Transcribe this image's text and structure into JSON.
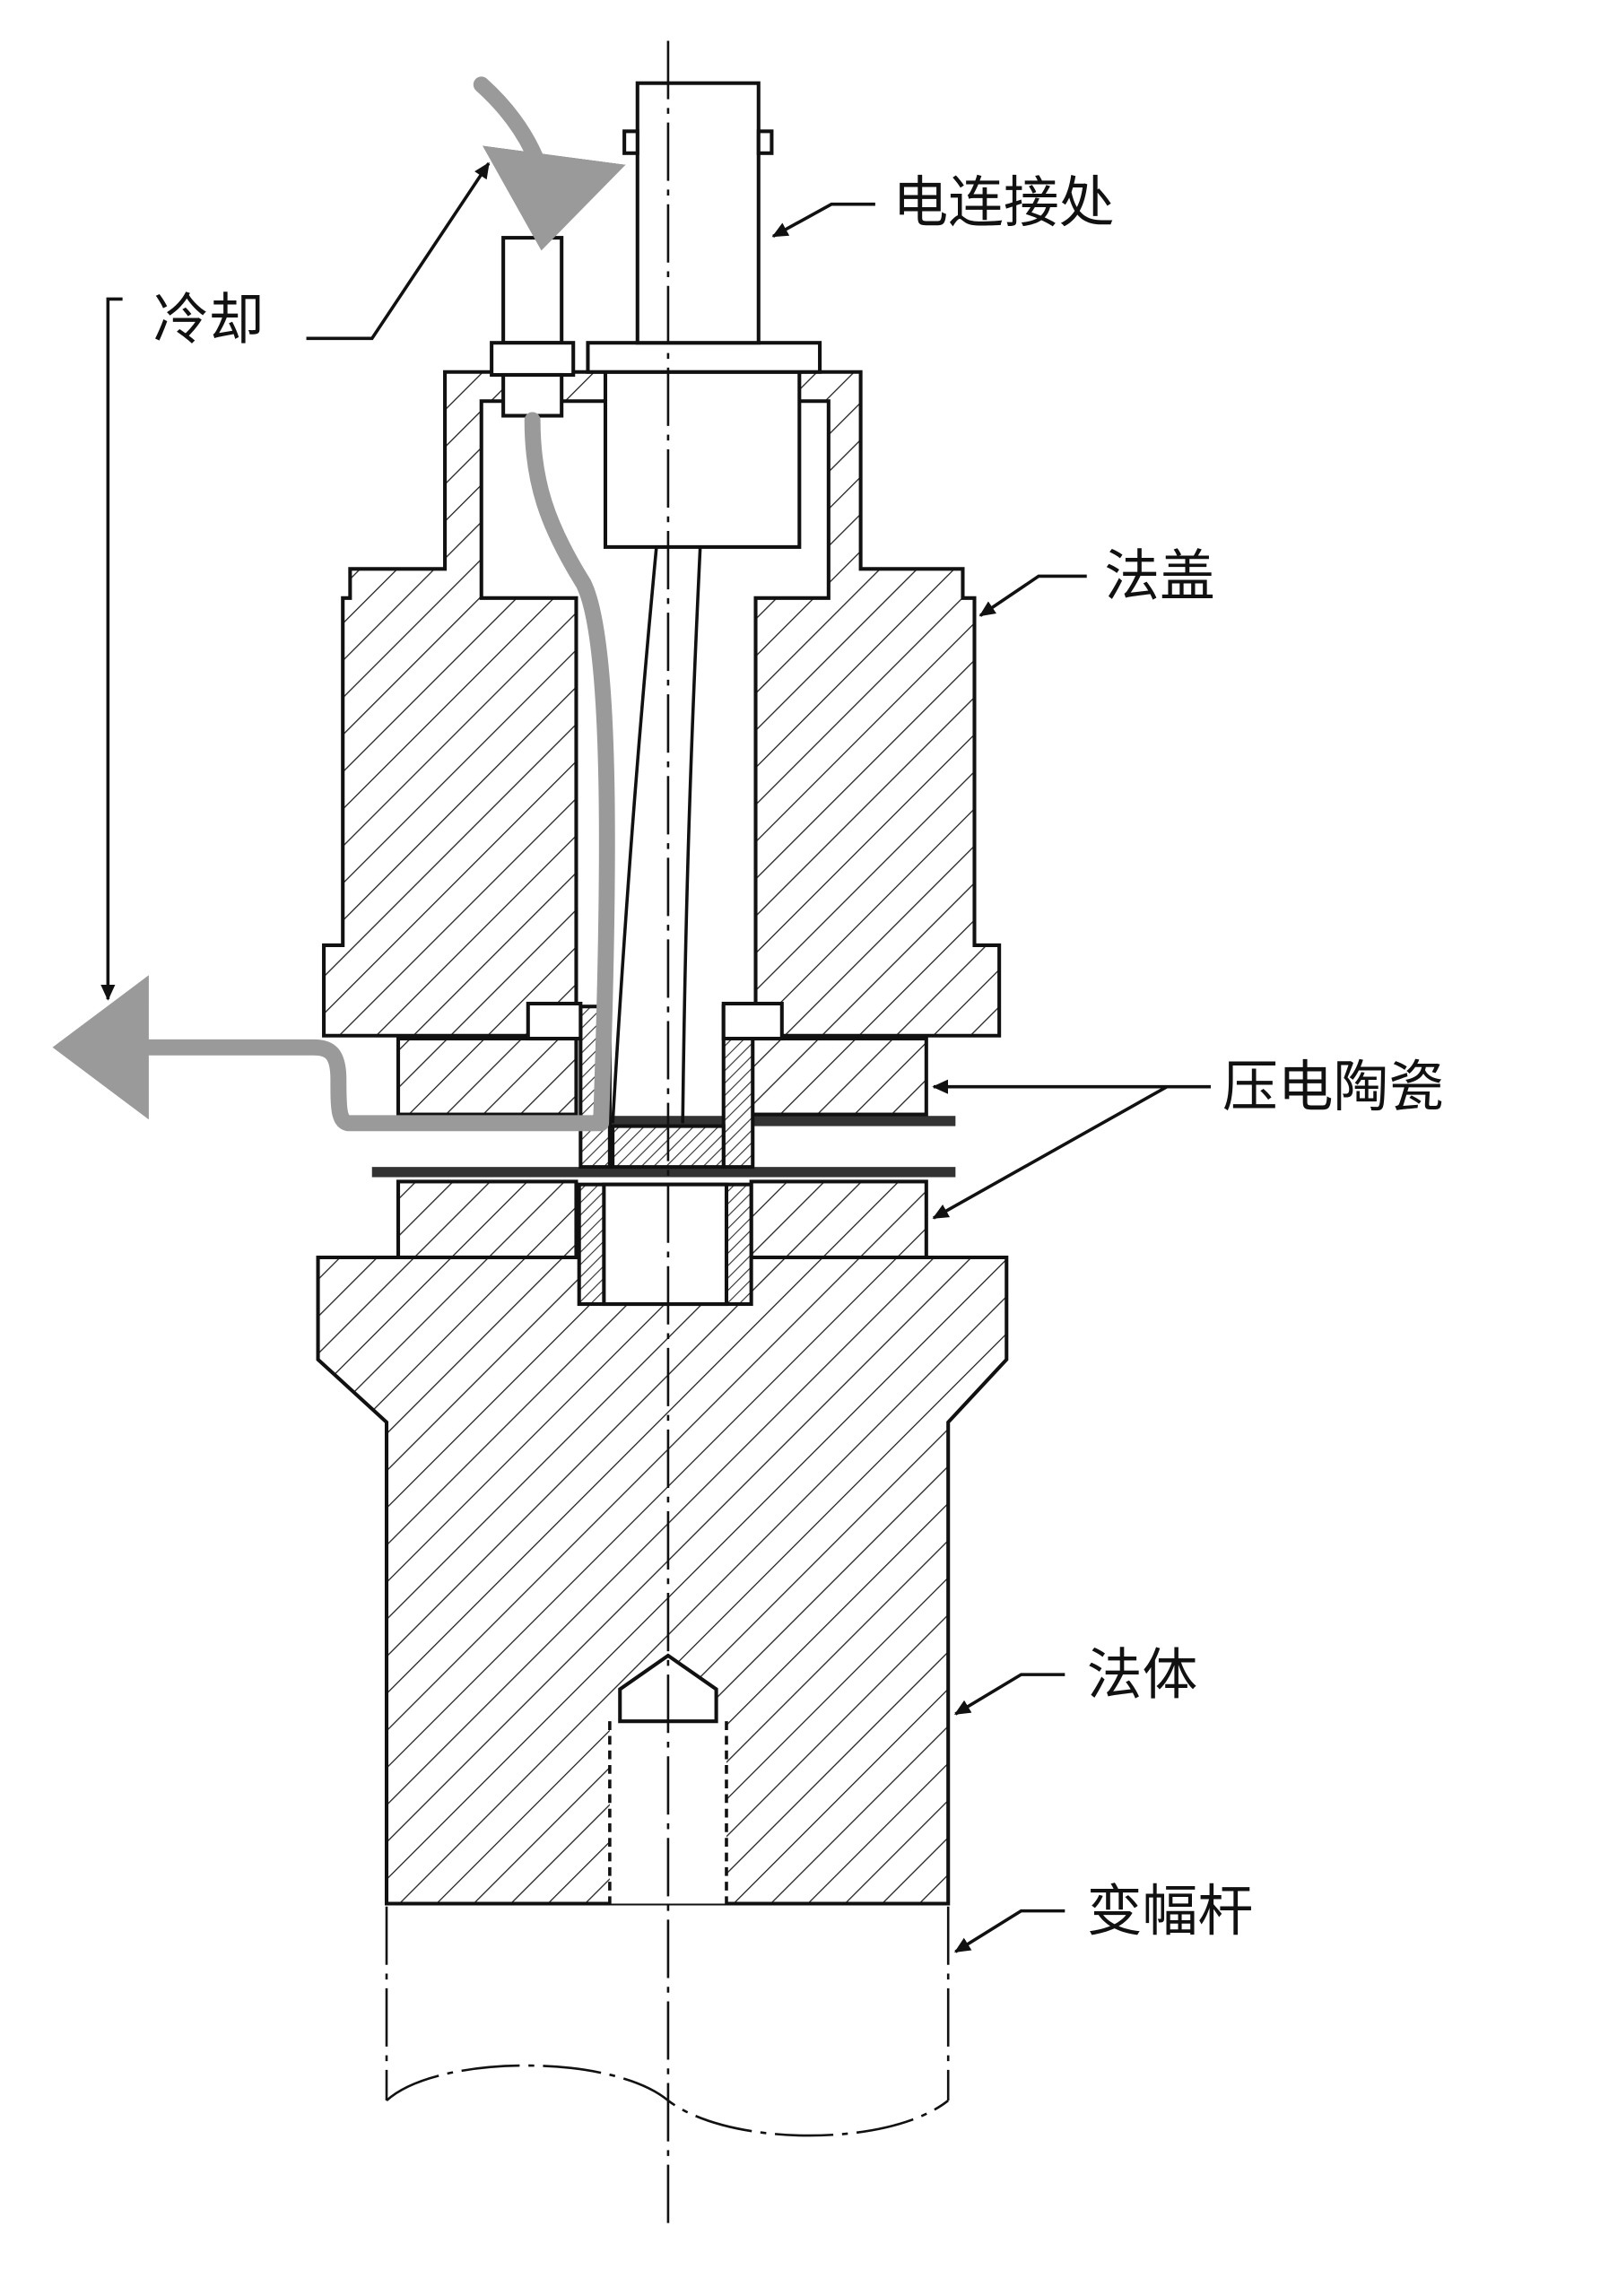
{
  "diagram": {
    "type": "cross-section",
    "labels": {
      "electrical_connection": "电连接处",
      "cooling": "冷却",
      "flange_cover": "法盖",
      "piezo_ceramic": "压电陶瓷",
      "flange_body": "法体",
      "horn": "变幅杆"
    },
    "colors": {
      "line": "#111111",
      "coolant_flow": "#9a9a9a",
      "background": "#ffffff"
    }
  }
}
